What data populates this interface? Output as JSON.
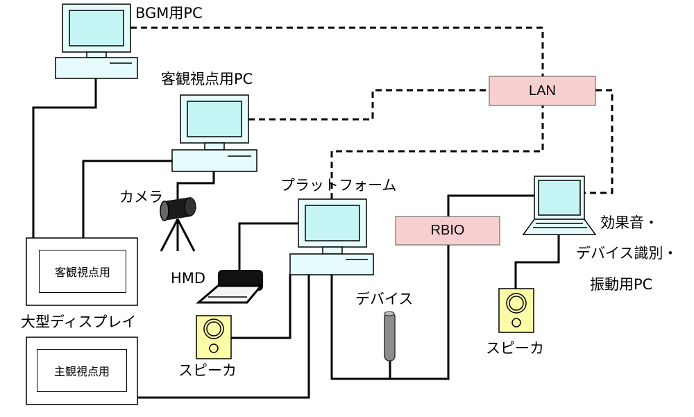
{
  "colors": {
    "monitor_screen": "#c6f5f6",
    "monitor_body": "#e6fbfb",
    "box_fill": "#f8cfd0",
    "speaker_fill": "#fbfba8",
    "line": "#000000"
  },
  "labels": {
    "bgm_pc": "BGM用PC",
    "observer_pc": "客観視点用PC",
    "camera": "カメラ",
    "hmd": "HMD",
    "platform": "プラットフォーム",
    "lan": "LAN",
    "rbio": "RBIO",
    "effects_pc_line1": "効果音・",
    "effects_pc_line2": "デバイス識別・",
    "effects_pc_line3": "振動用PC",
    "device": "デバイス",
    "speaker_left": "スピーカ",
    "speaker_right": "スピーカ",
    "display_objective": "客観視点用",
    "display_subjective": "主観視点用",
    "large_display": "大型ディスプレイ"
  },
  "icons": {
    "desktop_pc": "desktop-computer-icon",
    "laptop": "laptop-icon",
    "camera": "camera-icon",
    "hmd": "hmd-icon",
    "speaker": "speaker-icon",
    "device": "device-rod-icon"
  }
}
